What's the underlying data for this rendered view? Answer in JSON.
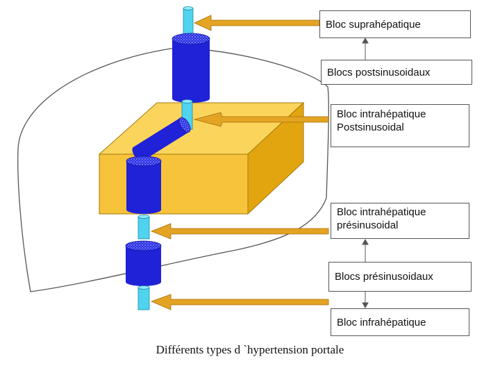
{
  "labels": {
    "suprahepatique": "Bloc  suprahépatique",
    "postsinusoidaux": "Blocs  postsinusoidaux",
    "intrahepatique_post_1": "Bloc  intrahépatique",
    "intrahepatique_post_2": "Postsinusoidal",
    "intrahepatique_pre_1": "Bloc  intrahépatique",
    "intrahepatique_pre_2": "présinusoidal",
    "presinusoidaux": "Blocs  présinusoidaux",
    "infrahepatique": "Bloc  infrahépatique"
  },
  "caption": "Différents types d `hypertension portale",
  "colors": {
    "light_vessel": "#4fd3ee",
    "dark_vessel": "#1f22d6",
    "liver_block_front": "#f7c33a",
    "liver_block_top": "#fbd45c",
    "liver_block_side": "#e3a50f",
    "arrow": "#e3a423"
  }
}
